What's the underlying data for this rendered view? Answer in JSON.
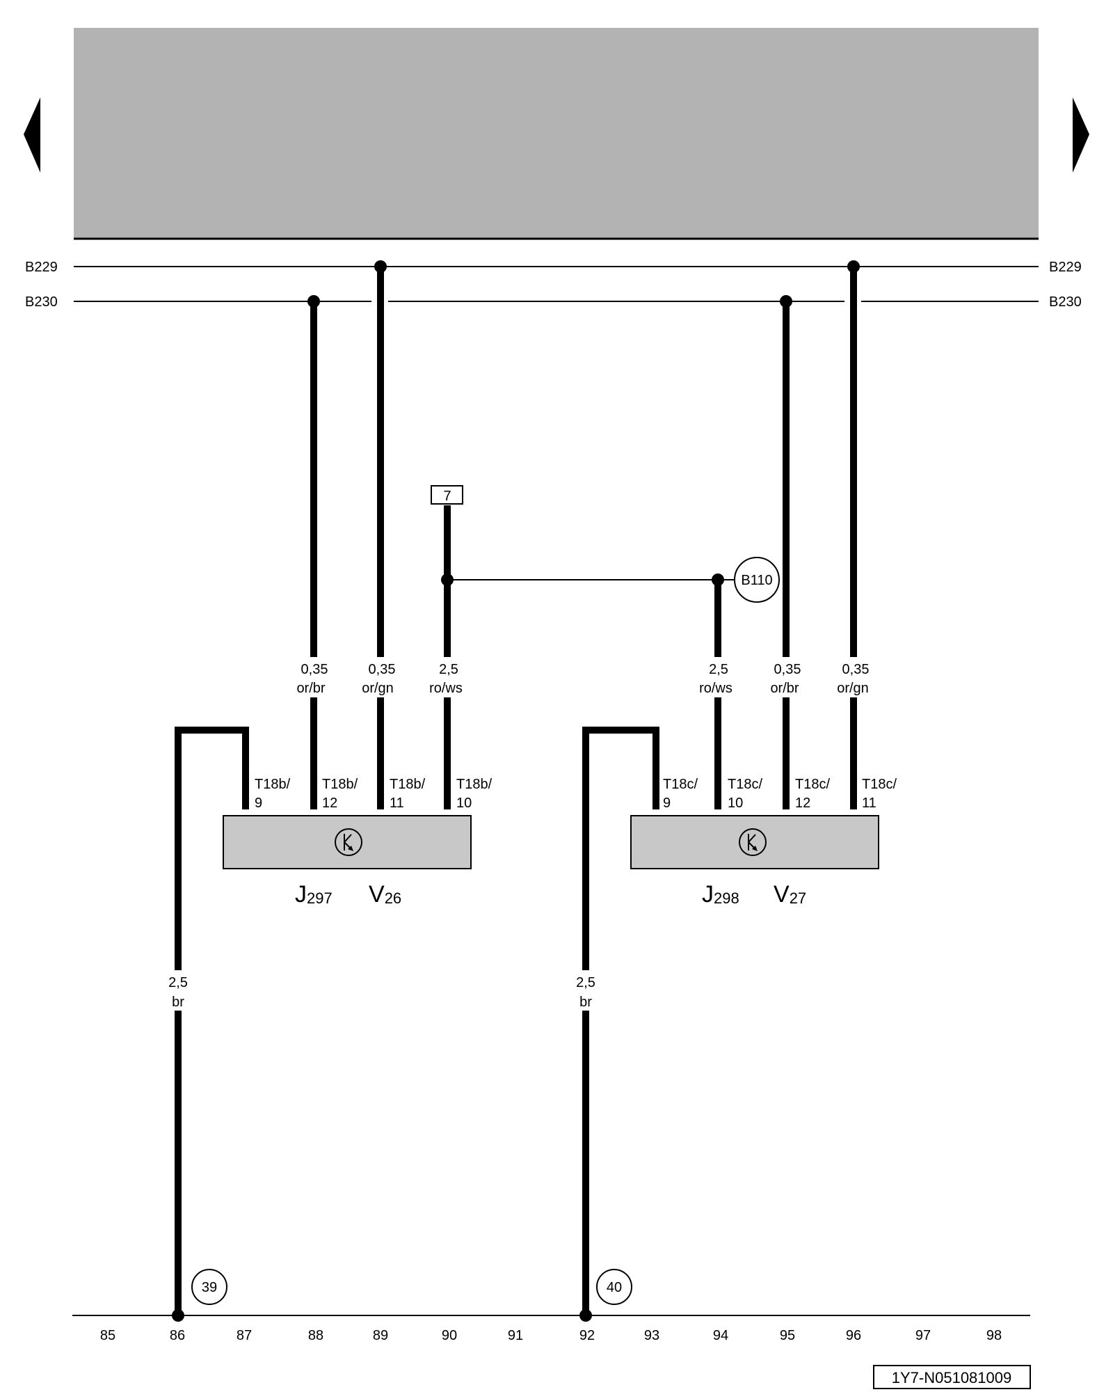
{
  "nav": {
    "prev_icon": "triangle-left-icon",
    "next_icon": "triangle-right-icon"
  },
  "buses": [
    {
      "id": "b229",
      "left": "B229",
      "right": "B229"
    },
    {
      "id": "b230",
      "left": "B230",
      "right": "B230"
    }
  ],
  "wires": [
    {
      "id": "j297-12",
      "size": "0,35",
      "color": "or/br",
      "pin": "T18b/",
      "pin_num": "12"
    },
    {
      "id": "j297-11",
      "size": "0,35",
      "color": "or/gn",
      "pin": "T18b/",
      "pin_num": "11"
    },
    {
      "id": "j297-10",
      "size": "2,5",
      "color": "ro/ws",
      "pin": "T18b/",
      "pin_num": "10"
    },
    {
      "id": "j297-9",
      "size": "",
      "color": "",
      "pin": "T18b/",
      "pin_num": "9"
    },
    {
      "id": "j298-9",
      "size": "",
      "color": "",
      "pin": "T18c/",
      "pin_num": "9"
    },
    {
      "id": "j298-10",
      "size": "2,5",
      "color": "ro/ws",
      "pin": "T18c/",
      "pin_num": "10"
    },
    {
      "id": "j298-12",
      "size": "0,35",
      "color": "or/br",
      "pin": "T18c/",
      "pin_num": "12"
    },
    {
      "id": "j298-11",
      "size": "0,35",
      "color": "or/gn",
      "pin": "T18c/",
      "pin_num": "11"
    }
  ],
  "ground_wires": [
    {
      "size": "2,5",
      "color": "br",
      "ground": "39"
    },
    {
      "size": "2,5",
      "color": "br",
      "ground": "40"
    }
  ],
  "fuse_ref": "7",
  "connector_ref": "B110",
  "components": [
    {
      "code": "J",
      "sub": "297",
      "code2": "V",
      "sub2": "26"
    },
    {
      "code": "J",
      "sub": "298",
      "code2": "V",
      "sub2": "27"
    }
  ],
  "tracks": [
    "85",
    "86",
    "87",
    "88",
    "89",
    "90",
    "91",
    "92",
    "93",
    "94",
    "95",
    "96",
    "97",
    "98"
  ],
  "doc_id": "1Y7-N051081009"
}
